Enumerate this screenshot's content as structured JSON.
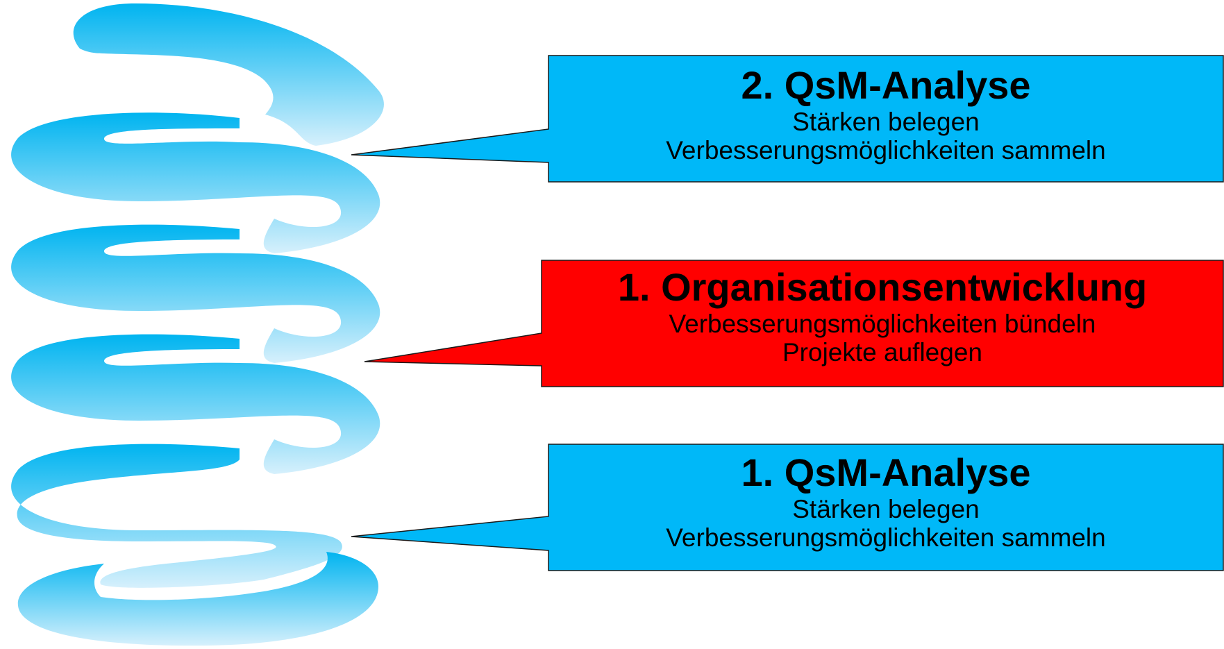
{
  "colors": {
    "spiral_top": "#00b4f0",
    "spiral_bottom": "#d6f0fc",
    "callout_blue": "#00b8f8",
    "callout_red": "#ff0000",
    "outline": "#1a1a1a"
  },
  "callouts": [
    {
      "id": "top",
      "title": "2. QsM-Analyse",
      "lines": [
        "Stärken belegen",
        "Verbesserungsmöglichkeiten sammeln"
      ],
      "color": "blue"
    },
    {
      "id": "middle",
      "title": "1. Organisationsentwicklung",
      "lines": [
        "Verbesserungsmöglichkeiten bündeln",
        "Projekte auflegen"
      ],
      "color": "red"
    },
    {
      "id": "bottom",
      "title": "1. QsM-Analyse",
      "lines": [
        "Stärken belegen",
        "Verbesserungsmöglichkeiten sammeln"
      ],
      "color": "blue"
    }
  ]
}
